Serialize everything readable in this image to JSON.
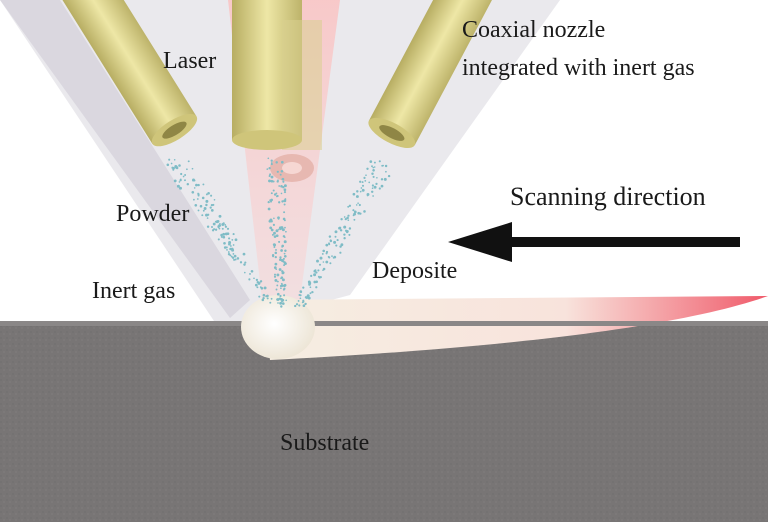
{
  "labels": {
    "laser": "Laser",
    "coaxial_line1": "Coaxial nozzle",
    "coaxial_line2": "integrated with inert gas",
    "scanning_direction": "Scanning direction",
    "powder": "Powder",
    "deposite": "Deposite",
    "inert_gas": "Inert gas",
    "substrate": "Substrate"
  },
  "colors": {
    "nozzle": "#d9cf8a",
    "laser_beam": "#f4b6b6",
    "inert_gas_cone": "#e6e4ea",
    "powder": "#7fbcc6",
    "substrate": "#777474",
    "deposit": "#f7efe2",
    "arrow": "#111111"
  }
}
